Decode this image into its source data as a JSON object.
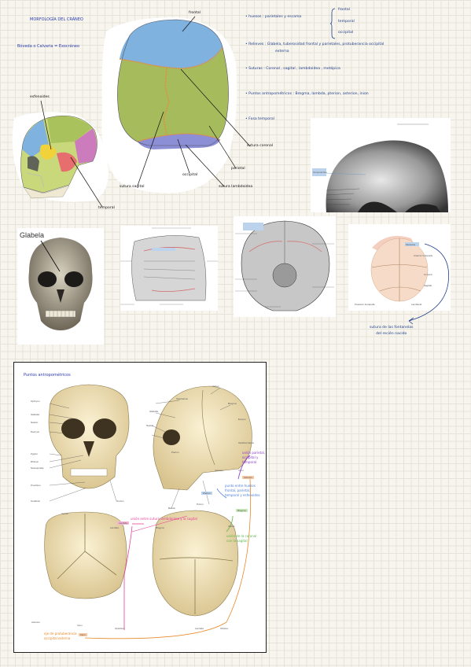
{
  "notes": {
    "title": "MORFOLOGÍA DEL CRÁNEO",
    "subtitle": "Bóveda o Calvaria = Exocráneo",
    "bullet_huesos_label": "huesos :",
    "bullet_huesos_text": "parietales y escama",
    "huesos_bracket": [
      "frontal",
      "temporal",
      "occipital"
    ],
    "bullet_relieves_label": "Relieves :",
    "bullet_relieves_text": "Glabela, tuberosidad frontal y parietales, protuberancia occipital",
    "bullet_relieves_text2": "externa",
    "bullet_suturas_label": "Suturas :",
    "bullet_suturas_text": "Coronal , sagital , lambdoidea , metópica",
    "bullet_puntos_label": "Puntos antropométricos :",
    "bullet_puntos_text": "Bregma, lambda, pterion, asterion, inion",
    "bullet_fosa": "Fosa temporal"
  },
  "skull_top_labels": {
    "frontal": "frontal",
    "esfenoides": "esfenoides",
    "temporal": "temporal",
    "sutura_sagital": "sutura sagital",
    "occipital": "occipital",
    "sutura_lambdoidea": "sutura lambdoidea",
    "parietal": "parietal",
    "sutura_coronal": "sutura coronal"
  },
  "glabela": {
    "label": "Glabela"
  },
  "newborn": {
    "note_line1": "sutura de las fontanelas",
    "note_line2": "del recién nacido",
    "labels": [
      "Metópica",
      "Anterior fontanelle",
      "Coronal",
      "Sagittal",
      "Lambdoid",
      "Posterior fontanelle"
    ]
  },
  "photo_labels": {
    "temporal_line": "Temporal line"
  },
  "puntos": {
    "title": "Puntos antropométricos",
    "front_labels": [
      "Ophryon",
      "Glabella",
      "Nasion",
      "Dacryon",
      "Zygion",
      "Rhinion",
      "Nasospinale",
      "Prosthion",
      "Gnathion",
      "Gonion"
    ],
    "lateral_labels": [
      "Vertex",
      "Stephanion",
      "Bregma",
      "Glabella",
      "Nasion",
      "Pterion",
      "Euryon",
      "Opisthocranion",
      "Asterion",
      "Inion",
      "Porion",
      "Basion"
    ],
    "posterior_labels": [
      "Lambda",
      "Vertex",
      "Asterion",
      "Opisthion",
      "Inion"
    ],
    "superior_labels": [
      "Bregma",
      "Vertex",
      "Lambda",
      "Obelion"
    ],
    "note_pink": "unión entre sutura lambdoidea y la sagital",
    "note_purple_1": "unión parietal,",
    "note_purple_2": "occipital y",
    "note_purple_3": "temporal",
    "note_blue_1": "punto entre huesos",
    "note_blue_2": "frontal, parietal,",
    "note_blue_3": "temporal y esfenoides",
    "note_green_1": "unión de la coronal",
    "note_green_2": "con la sagital",
    "note_orange_1": "eje de protuberancia",
    "note_orange_2": "occipital externa",
    "tag_lambda": "Lambda",
    "tag_pterion": "Pterion",
    "tag_asterion": "Asterion",
    "tag_bregma": "Bregma",
    "tag_inion": "Inion"
  },
  "colors": {
    "ink_blue": "#1f3d8a",
    "frontal_blue": "#7fb2de",
    "parietal_green": "#a6bb5c",
    "occipital_purple": "#8d8fd6",
    "pink_note": "#e8409a",
    "purple_note": "#8a3bc9",
    "blue_note": "#4d7fd9",
    "green_note": "#5fb54a",
    "orange_note": "#e8892a"
  }
}
